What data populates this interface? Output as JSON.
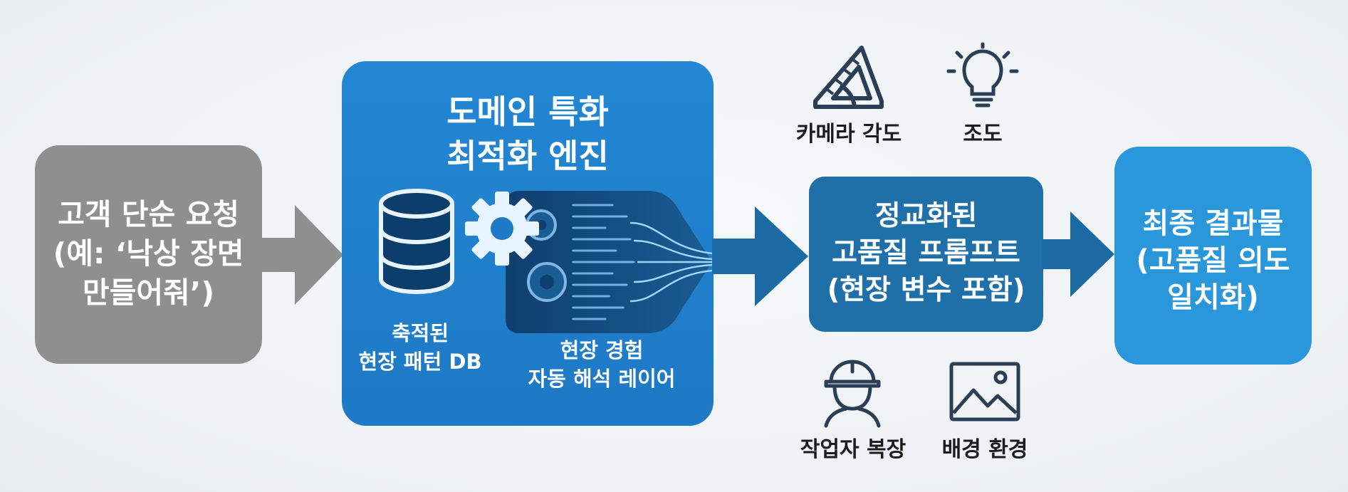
{
  "request": {
    "lines": [
      "고객 단순 요청",
      "(예: ‘낙상 장면",
      "만들어줘’)"
    ]
  },
  "engine": {
    "title_lines": [
      "도메인 특화",
      "최적화 엔진"
    ],
    "db_label_lines": [
      "축적된",
      "현장 패턴 DB"
    ],
    "layer_label_lines": [
      "현장 경험",
      "자동 해석 레이어"
    ]
  },
  "variables": {
    "camera_angle": {
      "label": "카메라 각도",
      "icon": "ruler-protractor-icon"
    },
    "lighting": {
      "label": "조도",
      "icon": "light-bulb-icon"
    },
    "worker_outfit": {
      "label": "작업자 복장",
      "icon": "hard-hat-worker-icon"
    },
    "background": {
      "label": "배경 환경",
      "icon": "landscape-image-icon"
    }
  },
  "prompt": {
    "lines": [
      "정교화된",
      "고품질 프롬프트",
      "(현장 변수 포함)"
    ]
  },
  "result": {
    "lines": [
      "최종 결과물",
      "(고품질 의도",
      "일치화)"
    ]
  },
  "colors": {
    "request_box": "#8f8f8f",
    "engine_box": "#1e7fcb",
    "prompt_box": "#1f6fa8",
    "result_box": "#2b97db",
    "arrow_gray": "#8f8f8f",
    "arrow_blue": "#1c6aa3",
    "icon_stroke": "#2a3f55"
  }
}
